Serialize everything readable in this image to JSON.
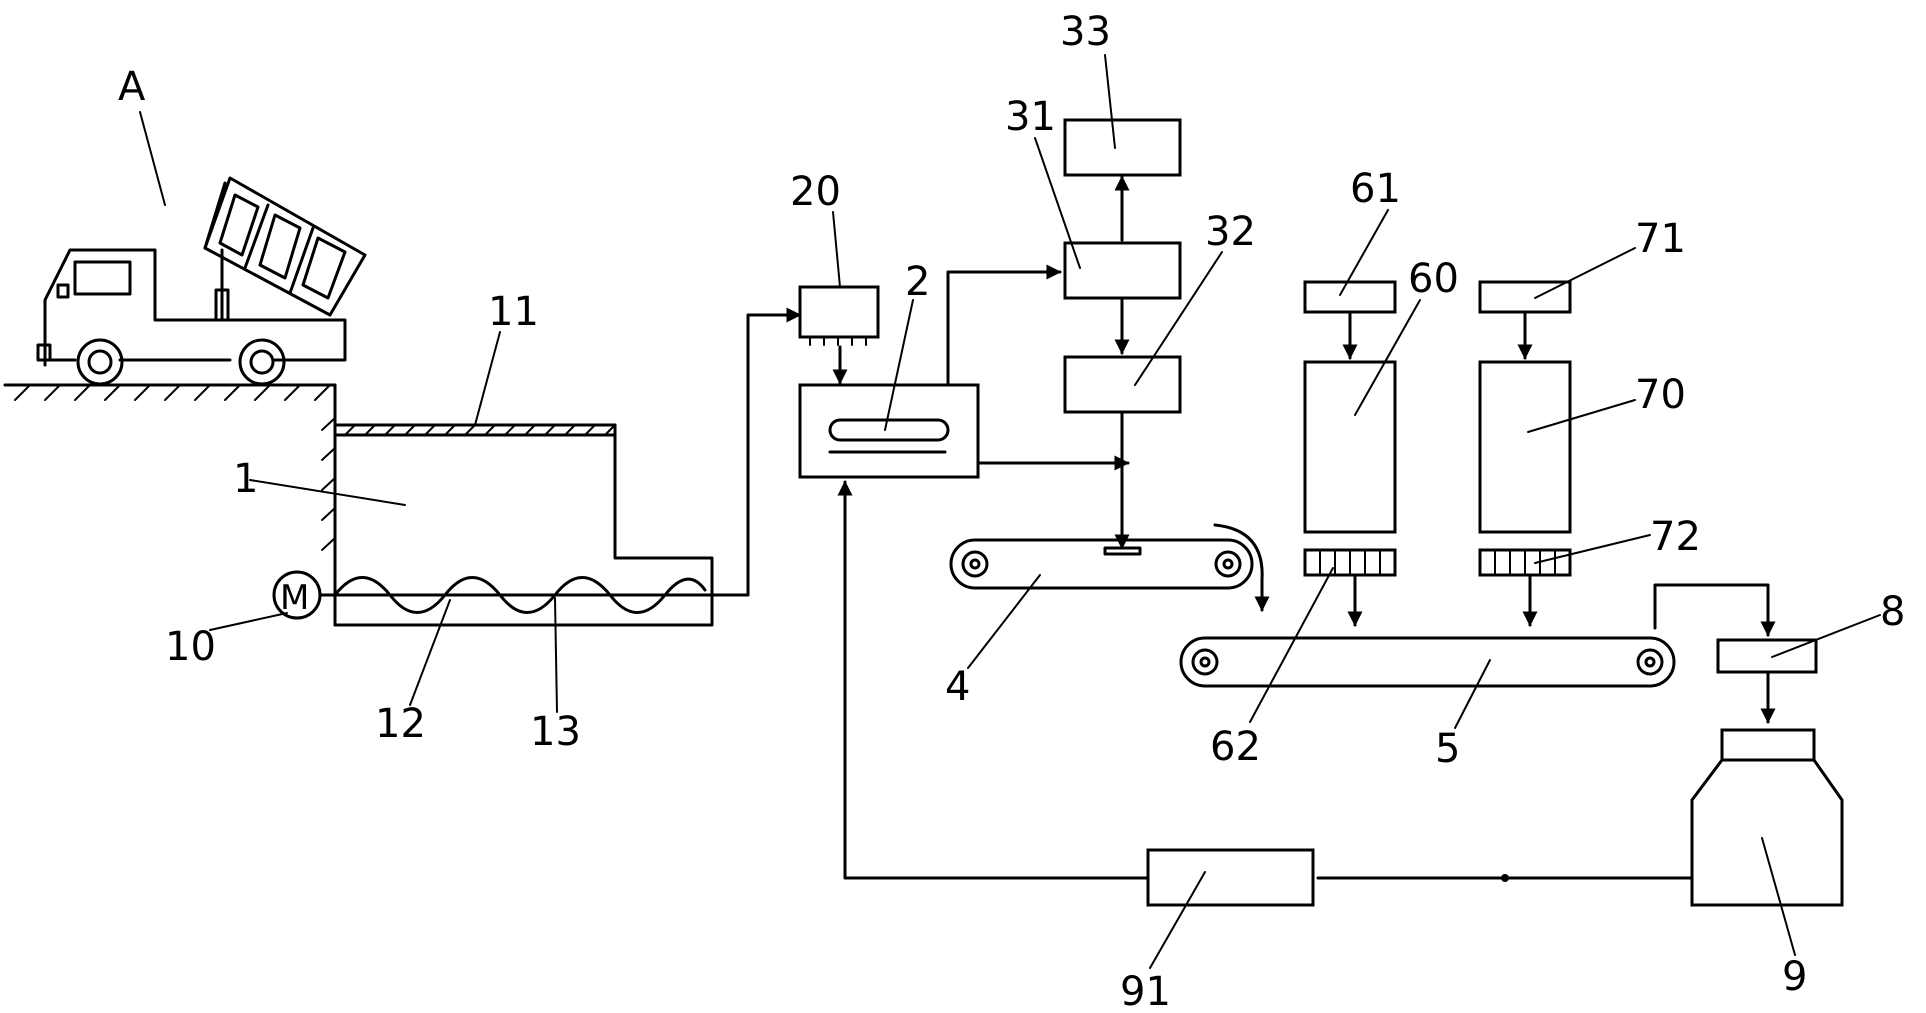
{
  "labels": {
    "truck": "A",
    "pit": "1",
    "grate": "11",
    "screw_housing": "12",
    "screw": "13",
    "motor": "10",
    "motor_symbol": "M",
    "separator": "2",
    "separator_top": "20",
    "unit_31": "31",
    "unit_32": "32",
    "unit_33": "33",
    "conveyor_4": "4",
    "conveyor_5": "5",
    "hopper_60": "60",
    "top_61": "61",
    "feeder_62": "62",
    "hopper_70": "70",
    "top_71": "71",
    "feeder_72": "72",
    "unit_8": "8",
    "tank_9": "9",
    "unit_91": "91"
  }
}
